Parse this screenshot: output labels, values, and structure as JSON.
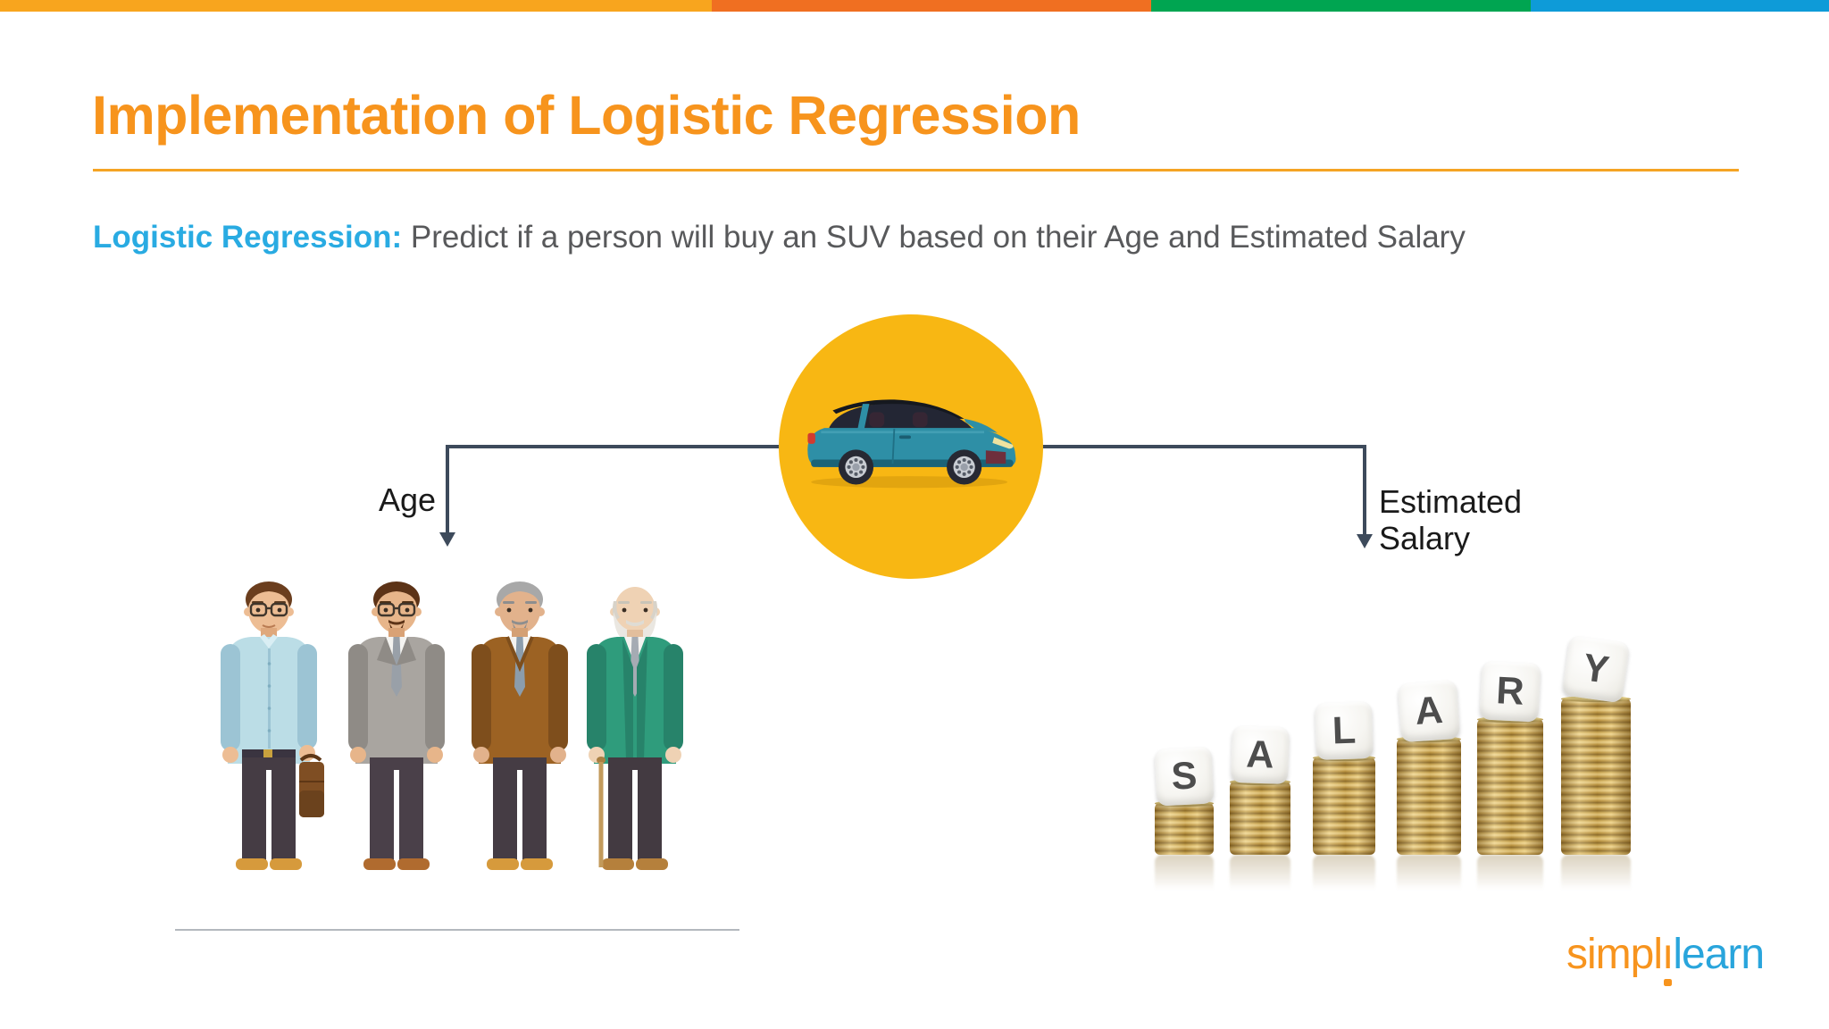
{
  "brand_bar": {
    "colors": [
      "#F8A51E",
      "#F06F21",
      "#00A551",
      "#0E9BD8"
    ]
  },
  "header": {
    "title": "Implementation of Logistic Regression",
    "title_color": "#F7941D",
    "rule_color": "#F5A423"
  },
  "intro": {
    "term": "Logistic Regression",
    "colon": ":",
    "description": " Predict if a person will buy an SUV based on their Age and Estimated Salary",
    "term_color": "#29ABE2",
    "description_color": "#58595B"
  },
  "diagram": {
    "left_label": "Age",
    "right_label_line1": "Estimated",
    "right_label_line2": "Salary",
    "connector_color": "#3D4A5B",
    "badge_color": "#F8B713",
    "car_icon": "teal-suv-side-view"
  },
  "people": {
    "icon": "four-men-aging-left-to-right",
    "figures": [
      {
        "id": "young-man-briefcase",
        "garment": "#BBDDE6",
        "garment_shade": "#9CC4D4",
        "hair": "#6B3E1E",
        "accessory": "briefcase"
      },
      {
        "id": "adult-man-gray-blazer",
        "garment": "#A9A5A0",
        "garment_shade": "#8F8B86",
        "hair": "#5C3317",
        "accessory": "glasses"
      },
      {
        "id": "older-man-brown-sweater",
        "garment": "#9C6223",
        "garment_shade": "#7E4E1C",
        "hair": "#A8A8A8",
        "accessory": "goatee"
      },
      {
        "id": "elderly-man-teal-cardigan",
        "garment": "#2F9C7C",
        "garment_shade": "#27836A",
        "hair": "#D8D3C9",
        "accessory": "cane"
      }
    ]
  },
  "salary": {
    "icon": "rising-coin-stacks-with-letter-dice",
    "letters": [
      "S",
      "A",
      "L",
      "A",
      "R",
      "Y"
    ],
    "coin_color": "#D9B55C",
    "letter_color": "#4D4D4D"
  },
  "logo": {
    "part1": "simpl",
    "stem": "ı",
    "part2": "learn",
    "orange": "#F7941E",
    "blue": "#29A5DC"
  }
}
